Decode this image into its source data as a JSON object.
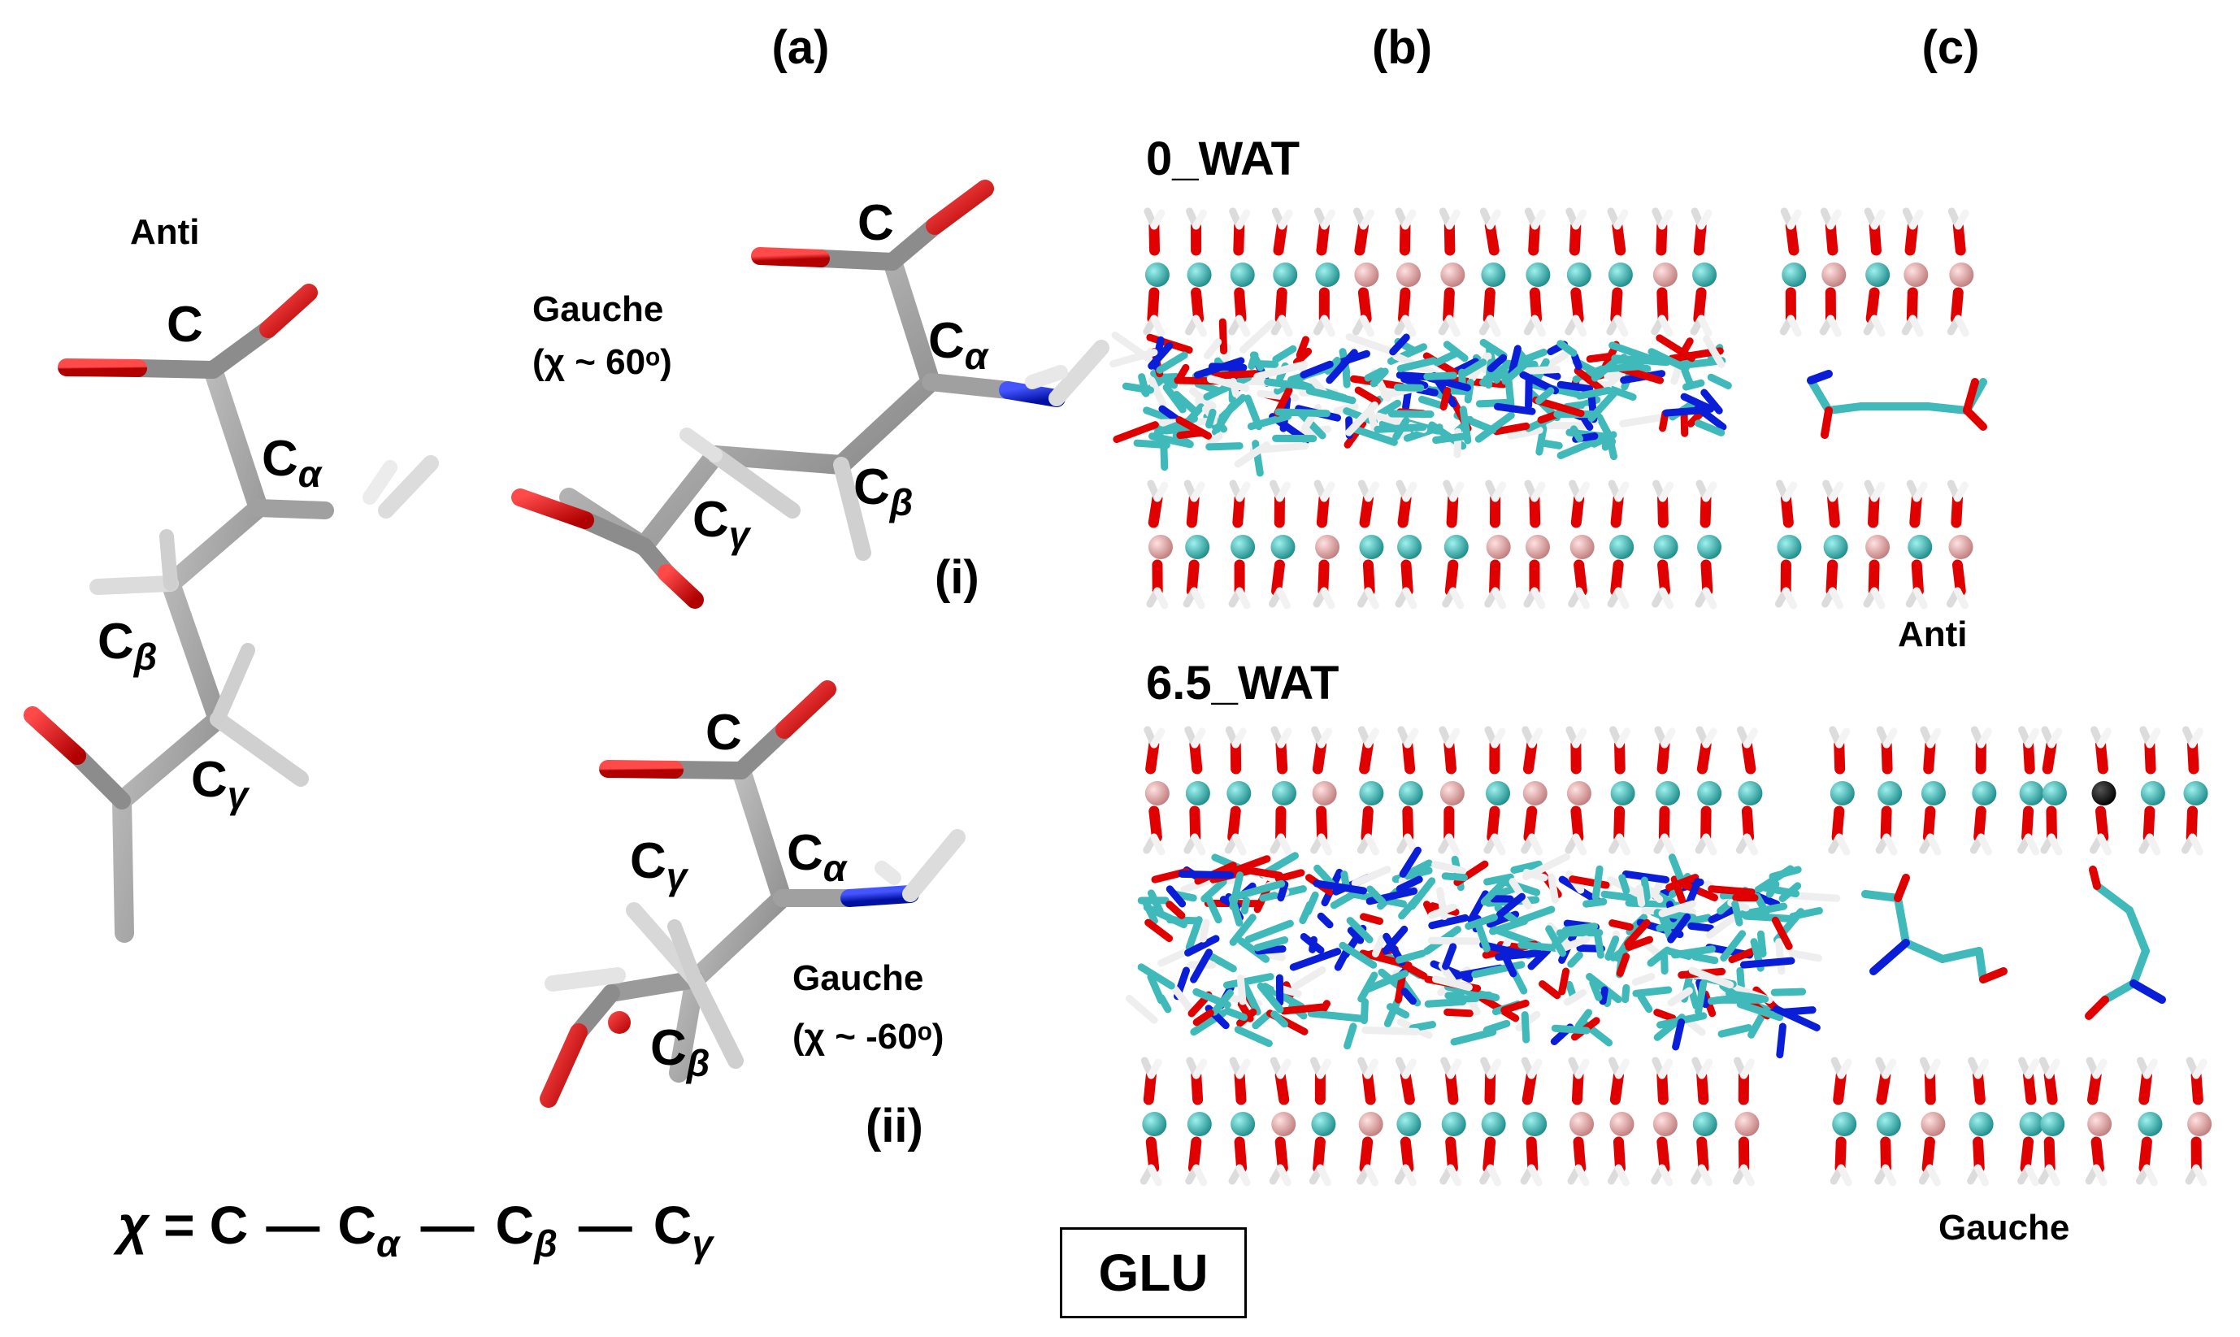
{
  "panels": {
    "a": "(a)",
    "b": "(b)",
    "c": "(c)"
  },
  "conformers": {
    "anti": "Anti",
    "gauche_i": "Gauche",
    "gauche_i_angle": "(χ ~ 60ᵒ)",
    "gauche_i_label": "(i)",
    "gauche_ii": "Gauche",
    "gauche_ii_angle": "(χ ~ -60ᵒ)",
    "gauche_ii_label": "(ii)"
  },
  "atoms": {
    "c": "C",
    "c_alpha": "C",
    "c_alpha_sub": "α",
    "c_beta": "C",
    "c_beta_sub": "β",
    "c_gamma": "C",
    "c_gamma_sub": "γ"
  },
  "equation": {
    "chi": "χ",
    "equals": "=",
    "c": "C",
    "dash": "—",
    "alpha": "α",
    "beta": "β",
    "gamma": "γ"
  },
  "simulations": {
    "row1_label": "0_WAT",
    "row2_label": "6.5_WAT",
    "row1_conf": "Anti",
    "row2_conf": "Gauche"
  },
  "system_label": "GLU",
  "colors": {
    "carbon_stick": "#8c8c8c",
    "oxygen": "#e00000",
    "nitrogen": "#0a1ed8",
    "hydrogen": "#dcdcdc",
    "sim_carbon": "#3fb9b9",
    "cation_teal": "#2aa9a6",
    "cation_pink": "#e7a4a4",
    "cation_black": "#111111"
  }
}
